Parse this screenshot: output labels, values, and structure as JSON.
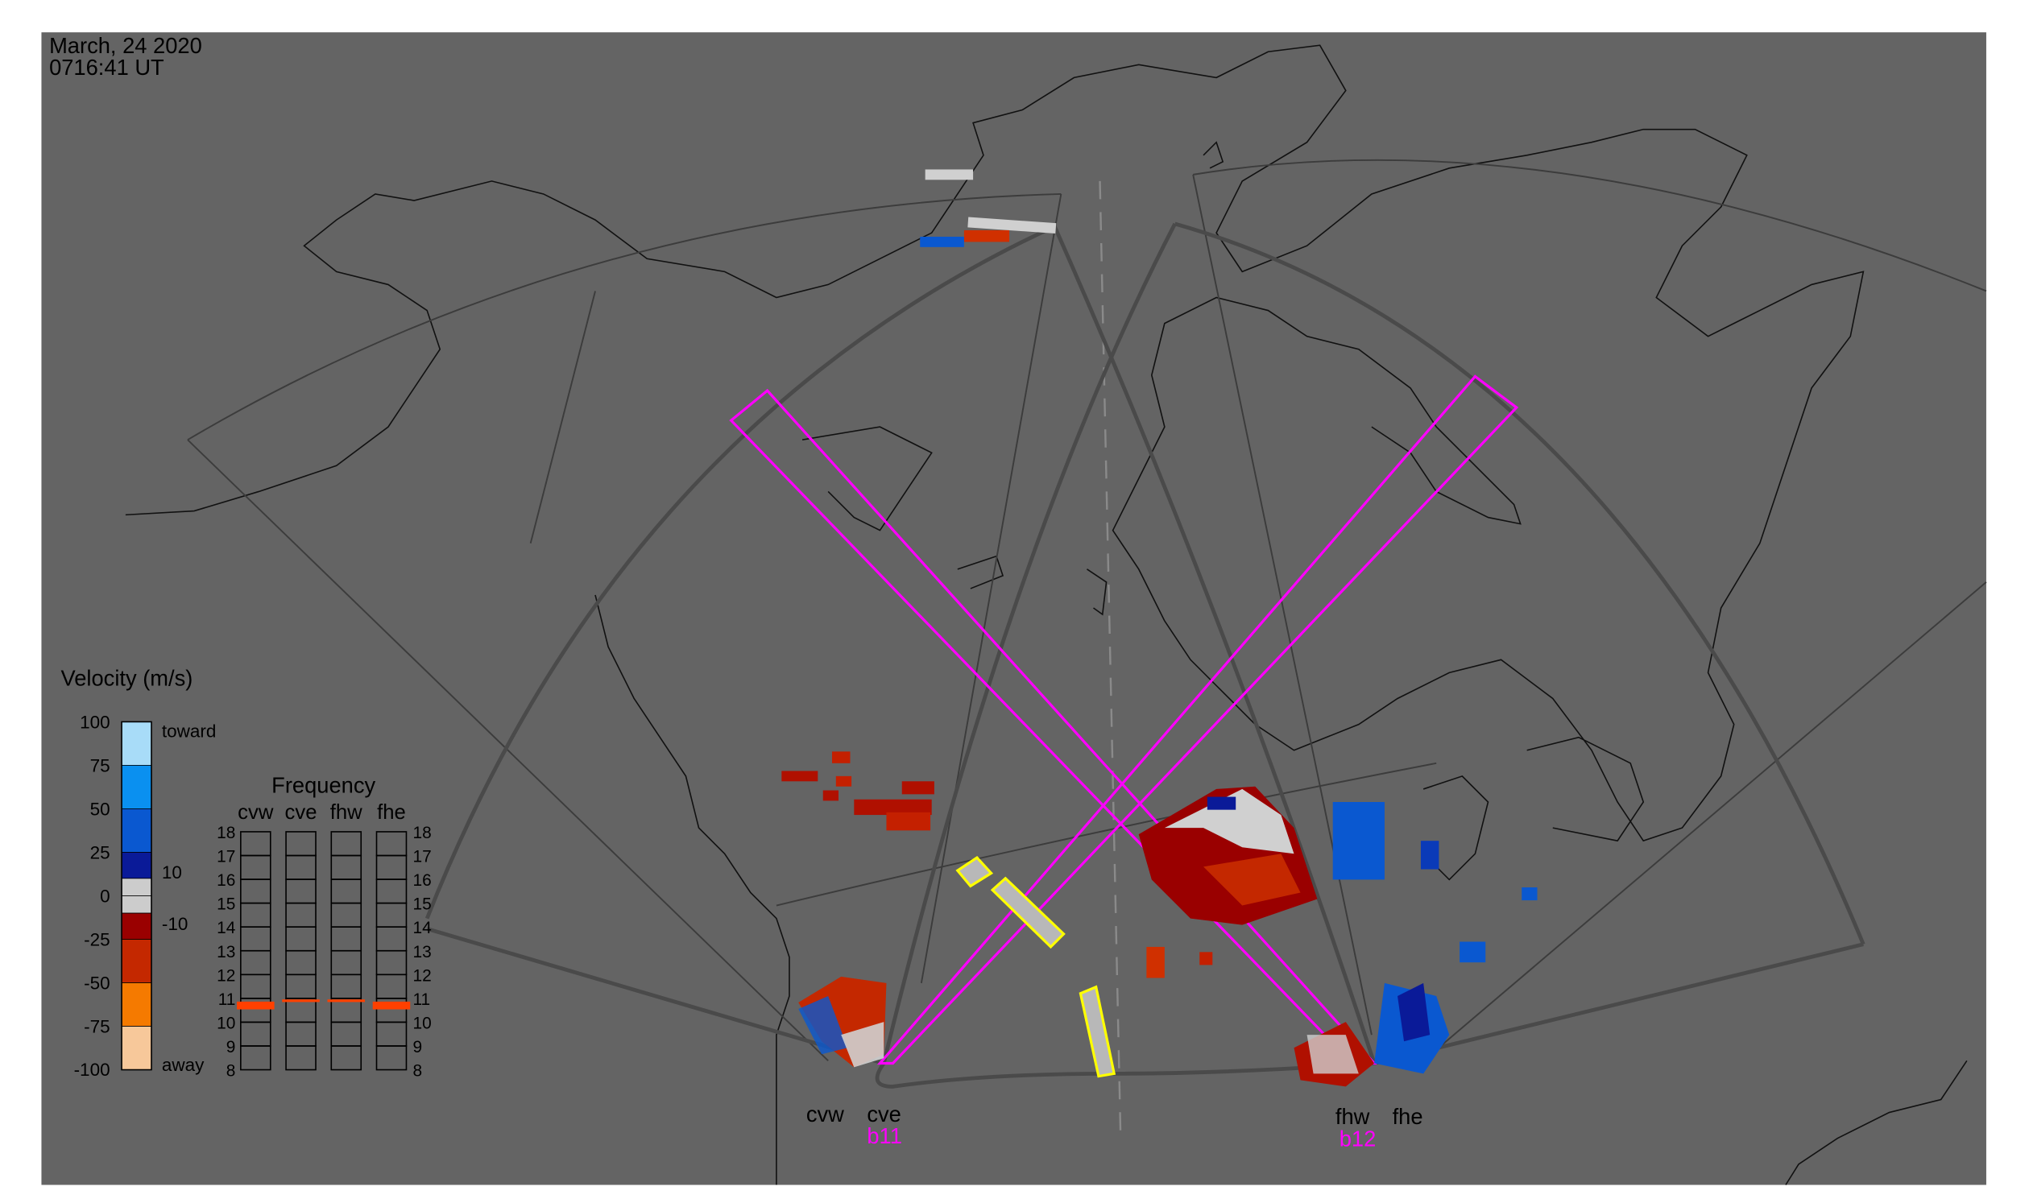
{
  "header": {
    "date": "March, 24 2020",
    "time": "0716:41 UT"
  },
  "legend": {
    "title": "Velocity (m/s)",
    "ticks": [
      "100",
      "75",
      "50",
      "25",
      "0",
      "-25",
      "-50",
      "-75",
      "-100"
    ],
    "toward": "toward",
    "away": "away",
    "pos_limit": "10",
    "neg_limit": "-10",
    "colors": [
      "#a8dcf8",
      "#0a90f0",
      "#0a58d0",
      "#0a1a98",
      "#cccccc",
      "#cccccc",
      "#9a0000",
      "#c42800",
      "#f57a00",
      "#f7c89a"
    ]
  },
  "frequency": {
    "title": "Frequency",
    "columns": [
      "cvw",
      "cve",
      "fhw",
      "fhe"
    ],
    "rows": [
      "18",
      "17",
      "16",
      "15",
      "14",
      "13",
      "12",
      "11",
      "10",
      "9",
      "8"
    ],
    "values_mhz": [
      10.7,
      10.9,
      10.9,
      10.7
    ],
    "marker_color": "#ff4000"
  },
  "sites": {
    "cvw": "cvw",
    "cve": "cve",
    "fhw": "fhw",
    "fhe": "fhe",
    "beam_cve": "b11",
    "beam_fhw": "b12"
  },
  "colors": {
    "background": "#646464",
    "beam": "#ff00ff",
    "highlight": "#ffff00"
  }
}
